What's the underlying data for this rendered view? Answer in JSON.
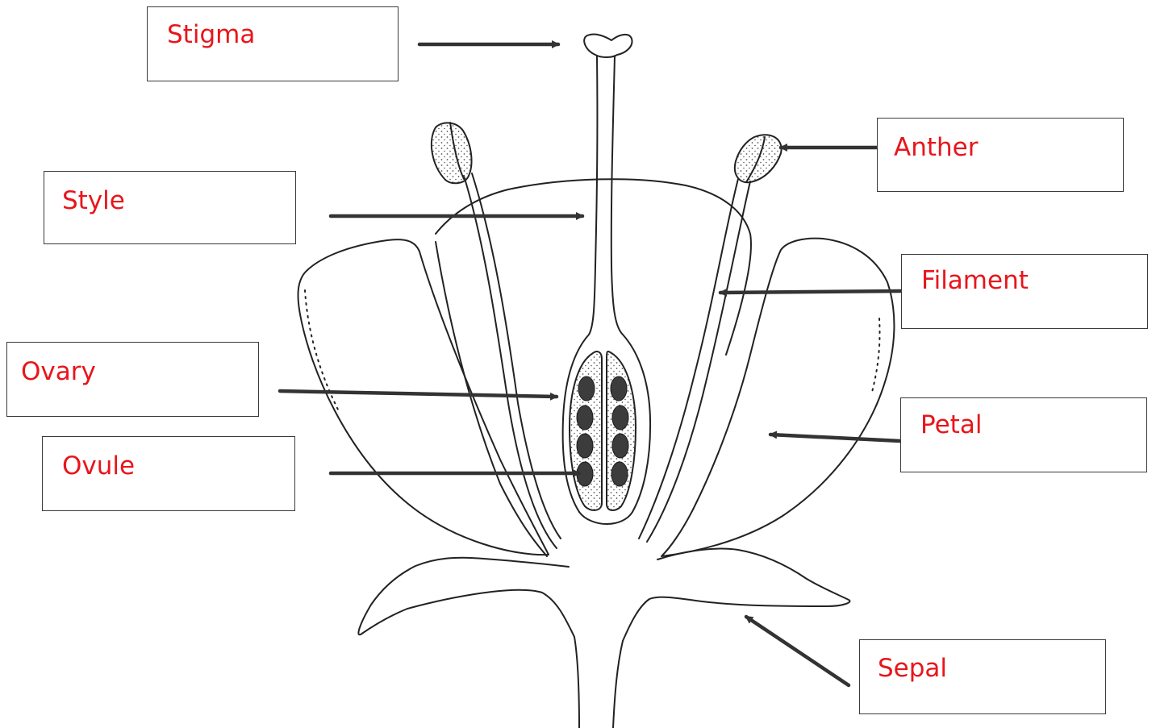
{
  "labels": {
    "stigma": "Stigma",
    "style": "Style",
    "ovary": "Ovary",
    "ovule": "Ovule",
    "anther": "Anther",
    "filament": "Filament",
    "petal": "Petal",
    "sepal": "Sepal"
  },
  "colors": {
    "label_text": "#e8151b",
    "line": "#222222",
    "arrow": "#333333",
    "ovule_fill": "#3c3c3c",
    "stipple": "#555555"
  }
}
